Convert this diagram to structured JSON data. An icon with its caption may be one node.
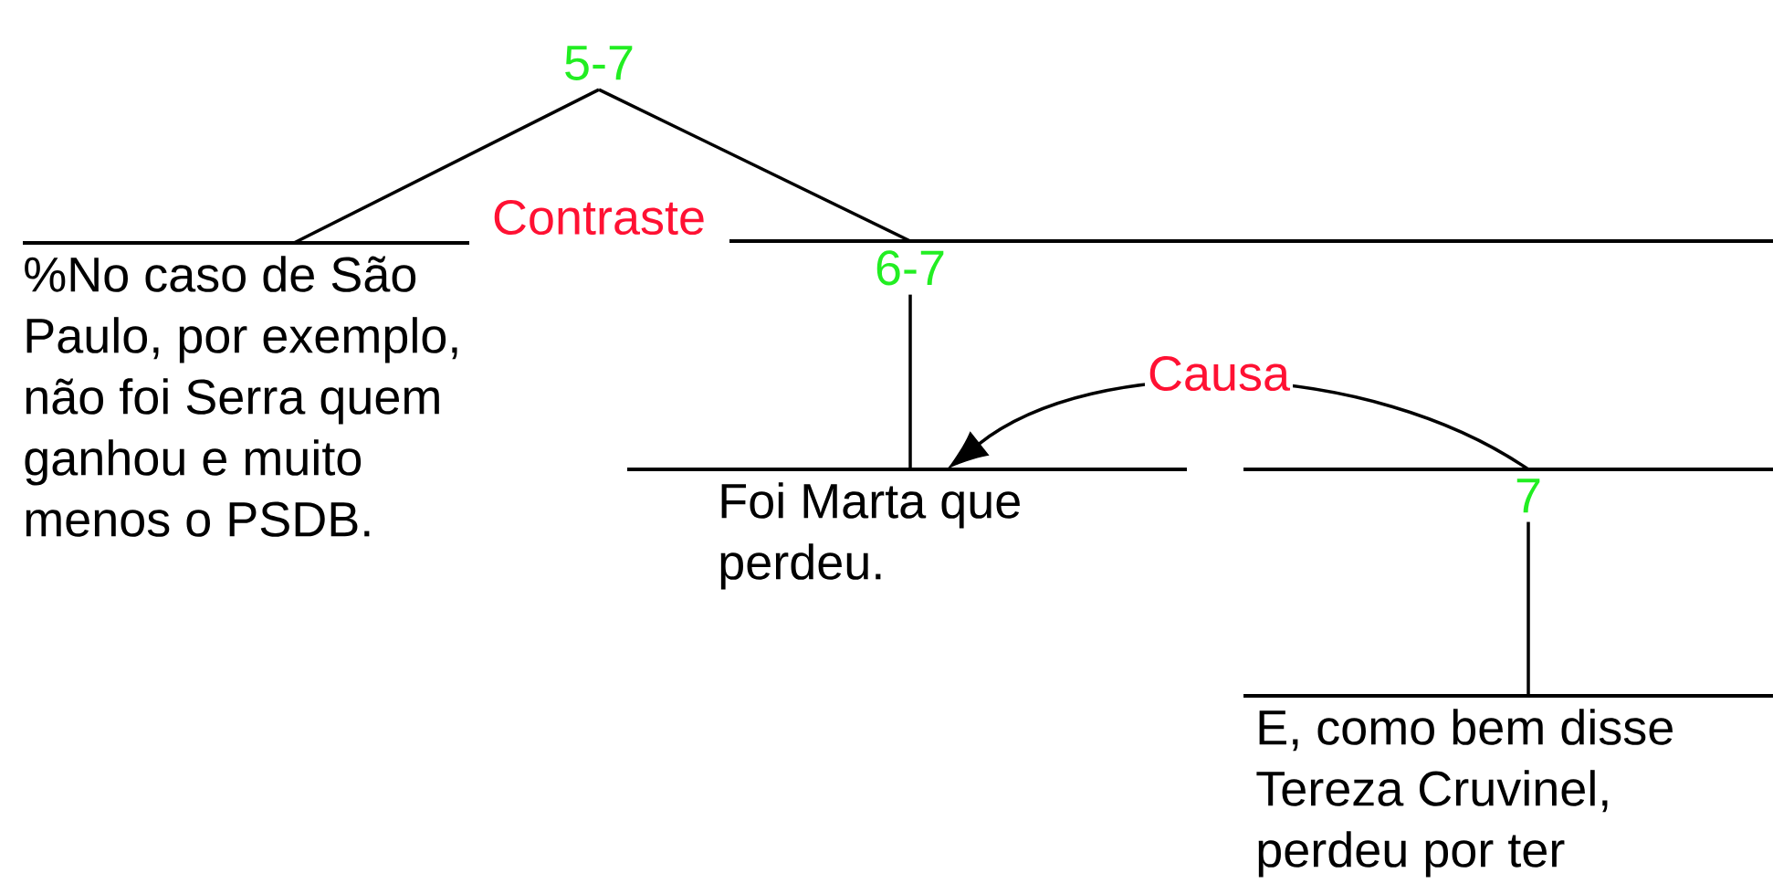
{
  "diagram": {
    "nodes": [
      {
        "text": [
          "5-7"
        ]
      },
      {
        "text": [
          "%No caso de São Paulo, por exemplo, não foi Serra quem ganhou e muito menos o PSDB."
        ]
      },
      {
        "text": [
          "6-7"
        ]
      },
      {
        "text": [
          "Foi Marta que perdeu."
        ]
      },
      {
        "text": [
          "7"
        ]
      },
      {
        "text": [
          "E, como bem disse Tereza Cruvinel, perdeu por ter"
        ]
      }
    ],
    "edges": [
      {
        "from": 0,
        "to": 1,
        "arrow": "none",
        "label": "Contraste"
      },
      {
        "from": 0,
        "to": 2,
        "arrow": "none"
      },
      {
        "from": 2,
        "to": 3,
        "arrow": "none"
      },
      {
        "from": 4,
        "to": 3,
        "arrow": "to",
        "label": "Causa"
      },
      {
        "from": 4,
        "to": 5,
        "arrow": "none"
      }
    ]
  }
}
